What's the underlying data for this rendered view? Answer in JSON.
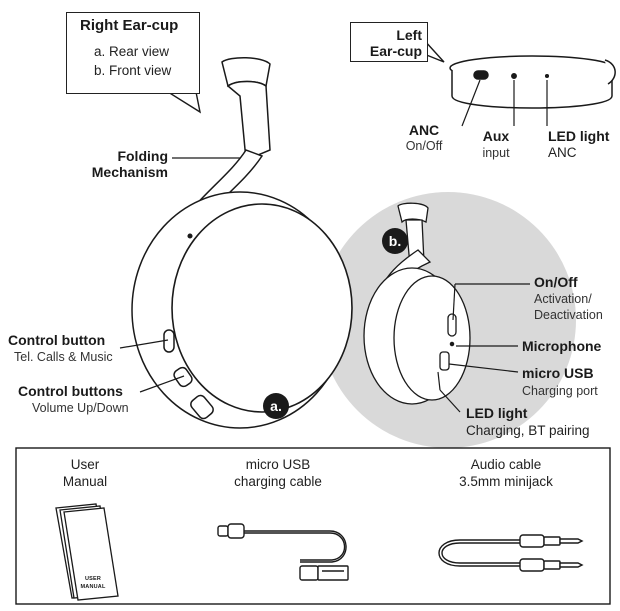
{
  "right_cup": {
    "title": "Right Ear-cup",
    "line_a": "a. Rear view",
    "line_b": "b. Front view"
  },
  "left_cup": {
    "title_line1": "Left",
    "title_line2": "Ear-cup"
  },
  "anc": {
    "title": "ANC",
    "sub": "On/Off"
  },
  "aux": {
    "title": "Aux",
    "sub": "input"
  },
  "led_anc": {
    "title": "LED light",
    "sub": "ANC"
  },
  "folding": {
    "line1": "Folding",
    "line2": "Mechanism"
  },
  "control_button": {
    "title": "Control button",
    "sub": "Tel. Calls & Music"
  },
  "control_buttons": {
    "title": "Control buttons",
    "sub": "Volume Up/Down"
  },
  "badges": {
    "a": "a.",
    "b": "b."
  },
  "onoff": {
    "title": "On/Off",
    "sub1": "Activation/",
    "sub2": "Deactivation"
  },
  "microphone": {
    "title": "Microphone"
  },
  "micro_usb": {
    "title": "micro USB",
    "sub": "Charging port"
  },
  "led_charging": {
    "title": "LED light",
    "sub": "Charging, BT pairing"
  },
  "box": {
    "manual": {
      "line1": "User",
      "line2": "Manual",
      "booklet_line1": "USER",
      "booklet_line2": "MANUAL"
    },
    "usb_cable": {
      "line1": "micro USB",
      "line2": "charging cable"
    },
    "audio_cable": {
      "line1": "Audio cable",
      "line2": "3.5mm minijack"
    }
  },
  "colors": {
    "ink": "#1a1a1a",
    "halo": "#d9d9d9",
    "white": "#ffffff"
  }
}
